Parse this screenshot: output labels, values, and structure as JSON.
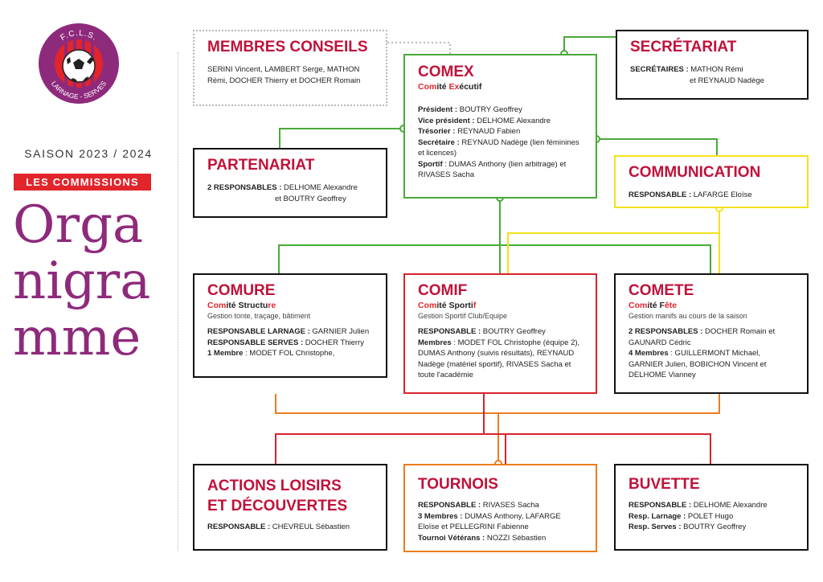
{
  "logo": {
    "top_text": "F.C.L.S.",
    "bottom_text": "LARNAGE - SERVES",
    "ring_color": "#8e2a7c",
    "center_color": "#e1252b"
  },
  "sidebar": {
    "season": "SAISON 2023 / 2024",
    "commissions": "LES COMMISSIONS",
    "title_lines": [
      "Orga",
      "nigra",
      "mme"
    ]
  },
  "colors": {
    "green": "#4aa93a",
    "yellow": "#f4e11a",
    "orange": "#ea7d1e",
    "red": "#d8232e",
    "title": "#c0123a",
    "purple": "#8e2a7c"
  },
  "boxes": {
    "membres": {
      "title": "MEMBRES CONSEILS",
      "text": "SERINI Vincent, LAMBERT Serge, MATHON Rémi, DOCHER Thierry et DOCHER Romain"
    },
    "comex": {
      "title": "COMEX",
      "subtitle": {
        "a": "Com",
        "b": "ité ",
        "c": "Ex",
        "d": "écutif"
      },
      "rows": [
        {
          "label": "Président :",
          "value": " BOUTRY Geoffrey"
        },
        {
          "label": "Vice président :",
          "value": " DELHOME Alexandre"
        },
        {
          "label": "Trésorier :",
          "value": " REYNAUD Fabien"
        },
        {
          "label": "Secrétaire :",
          "value": " REYNAUD Nadège (lien féminines et licences)"
        },
        {
          "label": "Sportif",
          "value": " : DUMAS Anthony (lien arbitrage) et RIVASES Sacha"
        }
      ]
    },
    "secretariat": {
      "title": "SECRÉTARIAT",
      "label": "SECRÉTAIRES :",
      "value1": " MATHON Rémi",
      "value2": "et REYNAUD Nadège"
    },
    "partenariat": {
      "title": "PARTENARIAT",
      "label": "2 RESPONSABLES :",
      "value1": " DELHOME Alexandre",
      "value2": "et BOUTRY Geoffrey"
    },
    "communication": {
      "title": "COMMUNICATION",
      "label": "RESPONSABLE :",
      "value": " LAFARGE Eloïse"
    },
    "comure": {
      "title": "COMURE",
      "subtitle": {
        "a": "Com",
        "b": "ité Structu",
        "c": "re"
      },
      "note": "Gestion tonte, traçage, bâtiment",
      "rows": [
        {
          "label": "RESPONSABLE LARNAGE :",
          "value": " GARNIER Julien"
        },
        {
          "label": "RESPONSABLE SERVES :",
          "value": " DOCHER Thierry"
        },
        {
          "label": "1 Membre",
          "value": " : MODET FOL Christophe,"
        }
      ]
    },
    "comif": {
      "title": "COMIF",
      "subtitle": {
        "a": "Com",
        "b": "ité Sporti",
        "c": "f"
      },
      "note": "Gestion Sportif Club/Equipe",
      "rows": [
        {
          "label": "RESPONSABLE :",
          "value": " BOUTRY Geoffrey"
        },
        {
          "label": "Membres",
          "value": " : MODET FOL Christophe (équipe 2), DUMAS Anthony (suivis résultats), REYNAUD Nadège (matériel sportif), RIVASES Sacha et toute l'académie"
        }
      ]
    },
    "comete": {
      "title": "COMETE",
      "subtitle": {
        "a": "Com",
        "b": "ité F",
        "c": "ête"
      },
      "note": "Gestion manifs au cours de la saison",
      "rows": [
        {
          "label": "2 RESPONSABLES :",
          "value": " DOCHER Romain et GAUNARD Cédric"
        },
        {
          "label": "4 Membres",
          "value": " : GUILLERMONT Michael, GARNIER Julien, BOBICHON Vincent et DELHOME Vianney"
        }
      ]
    },
    "actions": {
      "title_line1": "ACTIONS LOISIRS",
      "title_line2": "ET DÉCOUVERTES",
      "label": "RESPONSABLE :",
      "value": " CHEVREUL Sébastien"
    },
    "tournois": {
      "title": "TOURNOIS",
      "rows": [
        {
          "label": "RESPONSABLE :",
          "value": " RIVASES Sacha"
        },
        {
          "label": "3 Membres :",
          "value": " DUMAS Anthony, LAFARGE Eloïse et PELLEGRINI Fabienne"
        },
        {
          "label": "Tournoi Vétérans :",
          "value": " NOZZI Sébastien"
        }
      ]
    },
    "buvette": {
      "title": "BUVETTE",
      "rows": [
        {
          "label": "RESPONSABLE :",
          "value": " DELHOME Alexandre"
        },
        {
          "label": "Resp. Larnage :",
          "value": " POLET Hugo"
        },
        {
          "label": "Resp. Serves :",
          "value": " BOUTRY Geoffrey"
        }
      ]
    }
  }
}
